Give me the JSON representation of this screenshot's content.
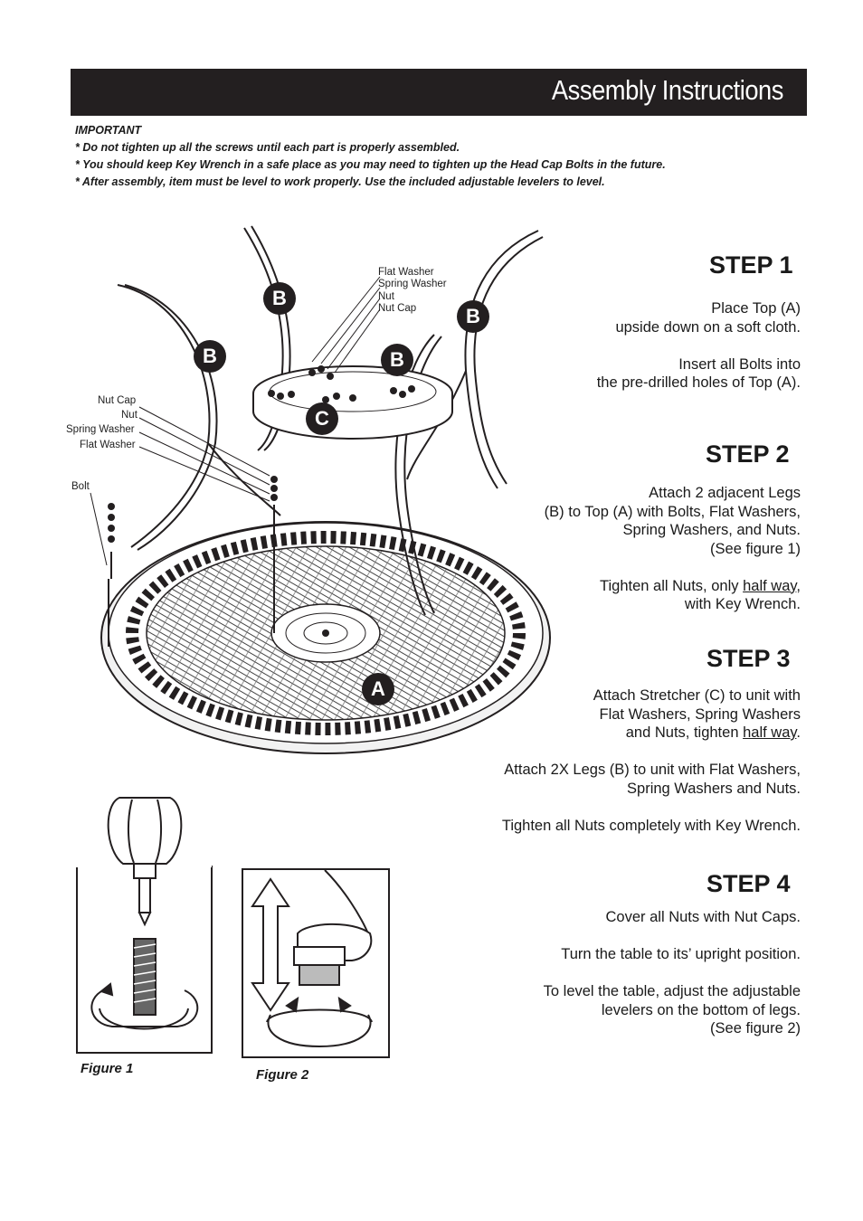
{
  "header": {
    "title": "Assembly Instructions"
  },
  "notes": {
    "heading": "IMPORTANT",
    "lines": [
      "* Do not tighten up all the screws until each part is properly assembled.",
      "* You should keep Key Wrench in a safe place as you may need to tighten up the Head Cap Bolts in the future.",
      "* After assembly, item must be level to work properly. Use the included adjustable levelers to level."
    ]
  },
  "diagram": {
    "labels_top": [
      "Flat Washer",
      "Spring Washer",
      "Nut",
      "Nut Cap"
    ],
    "labels_left": [
      "Nut Cap",
      "Nut",
      "Spring Washer",
      "Flat Washer"
    ],
    "bolt_label": "Bolt",
    "badges": {
      "leg": "B",
      "stretcher": "C",
      "top": "A"
    }
  },
  "steps": [
    {
      "title": "STEP 1",
      "text": [
        "Place Top (A)",
        "upside down on a soft cloth.",
        "",
        "Insert all Bolts into",
        "the pre-drilled holes of Top (A)."
      ]
    },
    {
      "title": "STEP 2",
      "text_a": [
        "Attach 2 adjacent Legs",
        "(B) to Top (A) with Bolts, Flat Washers,",
        "Spring Washers, and Nuts.",
        "(See figure 1)"
      ],
      "tighten_pre": "Tighten all Nuts, only ",
      "tighten_u": "half way",
      "tighten_post": ",",
      "tighten_line2": "with Key Wrench."
    },
    {
      "title": "STEP 3",
      "text_a": [
        "Attach Stretcher (C) to unit with",
        "Flat Washers, Spring Washers"
      ],
      "line3_pre": "and Nuts, tighten ",
      "line3_u": "half way",
      "line3_post": ".",
      "text_b": [
        "Attach 2X Legs (B) to unit with Flat Washers,",
        "Spring Washers and Nuts."
      ],
      "text_c": "Tighten all Nuts completely with Key Wrench."
    },
    {
      "title": "STEP 4",
      "text": [
        "Cover all Nuts with Nut Caps.",
        "",
        "Turn the table to its’ upright position.",
        "",
        "To level the table, adjust the adjustable",
        "levelers on the bottom of legs.",
        "(See figure 2)"
      ]
    }
  ],
  "figures": {
    "fig1": "Figure 1",
    "fig2": "Figure 2"
  }
}
